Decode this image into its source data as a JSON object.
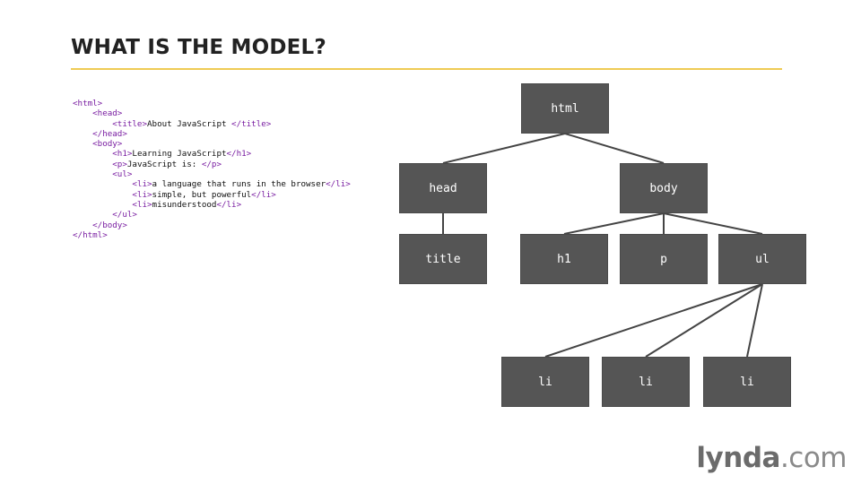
{
  "slide": {
    "title": "WHAT IS THE MODEL?"
  },
  "colors": {
    "title_rule": "#efcb55",
    "node_fill": "#555555",
    "tag_color": "#7a1fa2",
    "edge_color": "#444444"
  },
  "code": [
    [
      {
        "t": "tag",
        "v": "<html>"
      }
    ],
    [
      {
        "t": "txt",
        "v": "    "
      },
      {
        "t": "tag",
        "v": "<head>"
      }
    ],
    [
      {
        "t": "txt",
        "v": "        "
      },
      {
        "t": "tag",
        "v": "<title>"
      },
      {
        "t": "txt",
        "v": "About JavaScript "
      },
      {
        "t": "tag",
        "v": "</title>"
      }
    ],
    [
      {
        "t": "txt",
        "v": "    "
      },
      {
        "t": "tag",
        "v": "</head>"
      }
    ],
    [
      {
        "t": "txt",
        "v": "    "
      },
      {
        "t": "tag",
        "v": "<body>"
      }
    ],
    [
      {
        "t": "txt",
        "v": "        "
      },
      {
        "t": "tag",
        "v": "<h1>"
      },
      {
        "t": "txt",
        "v": "Learning JavaScript"
      },
      {
        "t": "tag",
        "v": "</h1>"
      }
    ],
    [
      {
        "t": "txt",
        "v": "        "
      },
      {
        "t": "tag",
        "v": "<p>"
      },
      {
        "t": "txt",
        "v": "JavaScript is: "
      },
      {
        "t": "tag",
        "v": "</p>"
      }
    ],
    [
      {
        "t": "txt",
        "v": "        "
      },
      {
        "t": "tag",
        "v": "<ul>"
      }
    ],
    [
      {
        "t": "txt",
        "v": "            "
      },
      {
        "t": "tag",
        "v": "<li>"
      },
      {
        "t": "txt",
        "v": "a language that runs in the browser"
      },
      {
        "t": "tag",
        "v": "</li>"
      }
    ],
    [
      {
        "t": "txt",
        "v": "            "
      },
      {
        "t": "tag",
        "v": "<li>"
      },
      {
        "t": "txt",
        "v": "simple, but powerful"
      },
      {
        "t": "tag",
        "v": "</li>"
      }
    ],
    [
      {
        "t": "txt",
        "v": "            "
      },
      {
        "t": "tag",
        "v": "<li>"
      },
      {
        "t": "txt",
        "v": "misunderstood"
      },
      {
        "t": "tag",
        "v": "</li>"
      }
    ],
    [
      {
        "t": "txt",
        "v": "        "
      },
      {
        "t": "tag",
        "v": "</ul>"
      }
    ],
    [
      {
        "t": "txt",
        "v": "    "
      },
      {
        "t": "tag",
        "v": "</body>"
      }
    ],
    [
      {
        "t": "tag",
        "v": "</html>"
      }
    ]
  ],
  "tree": {
    "html": "html",
    "head": "head",
    "body": "body",
    "title": "title",
    "h1": "h1",
    "p": "p",
    "ul": "ul",
    "li1": "li",
    "li2": "li",
    "li3": "li"
  },
  "edges": [
    [
      "html",
      "head"
    ],
    [
      "html",
      "body"
    ],
    [
      "head",
      "title"
    ],
    [
      "body",
      "h1"
    ],
    [
      "body",
      "p"
    ],
    [
      "body",
      "ul"
    ],
    [
      "ul",
      "li1"
    ],
    [
      "ul",
      "li2"
    ],
    [
      "ul",
      "li3"
    ]
  ],
  "logo": {
    "brand": "lynda",
    "suffix": ".com"
  }
}
